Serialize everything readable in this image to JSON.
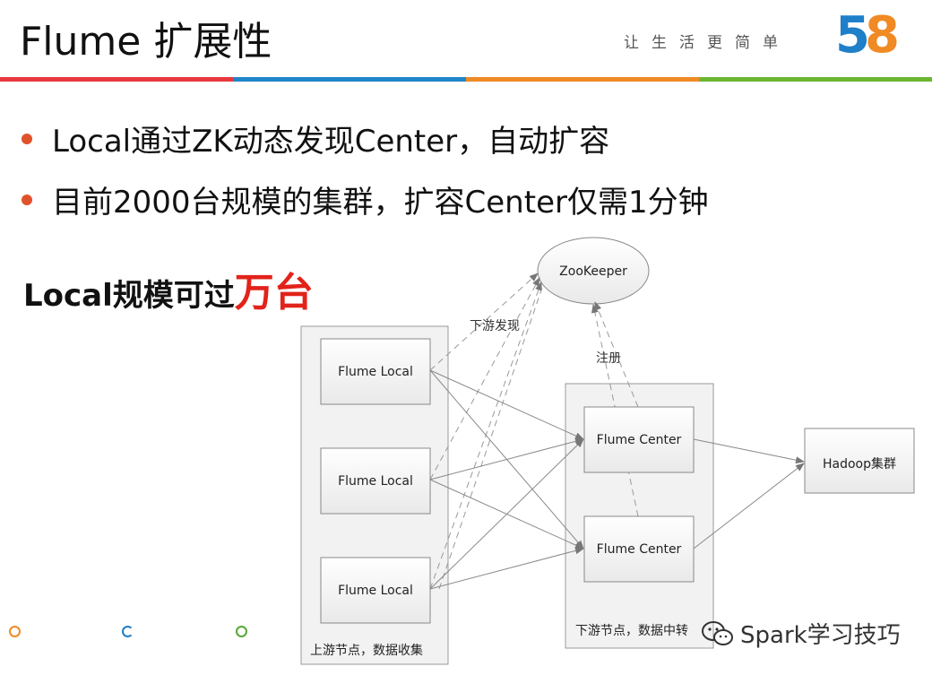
{
  "header": {
    "title": "Flume 扩展性",
    "slogan": "让生活更简单",
    "logo": {
      "digit1": "5",
      "digit2": "8"
    },
    "bar_colors": [
      "#e8383d",
      "#1f86c8",
      "#f08a24",
      "#6ab630"
    ]
  },
  "bullets": [
    "Local通过ZK动态发现Center，自动扩容",
    "目前2000台规模的集群，扩容Center仅需1分钟"
  ],
  "headline": {
    "text": "Local规模可过",
    "highlight": "万台"
  },
  "diagram": {
    "zookeeper": "ZooKeeper",
    "discover_label": "下游发现",
    "register_label": "注册",
    "locals": [
      "Flume Local",
      "Flume Local",
      "Flume Local"
    ],
    "local_group_label": "上游节点，数据收集",
    "centers": [
      "Flume Center",
      "Flume Center"
    ],
    "center_group_label": "下游节点，数据中转",
    "hadoop": "Hadoop集群"
  },
  "watermark": "Spark学习技巧",
  "colors": {
    "bullet": "#e0522a",
    "highlight": "#e2231a"
  }
}
